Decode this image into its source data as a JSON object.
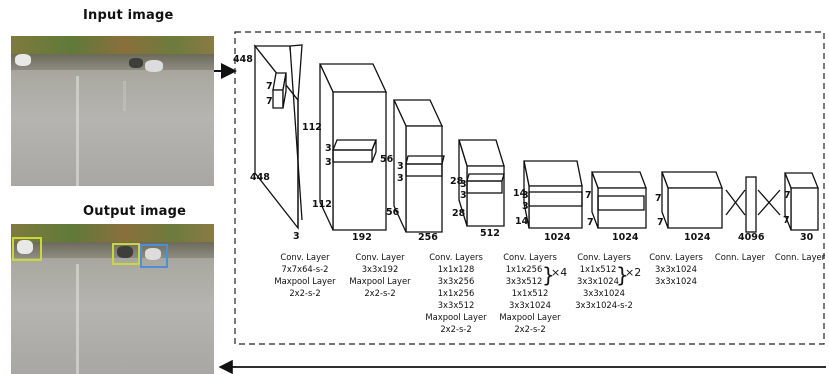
{
  "captions": {
    "input": "Input image",
    "output": "Output image"
  },
  "input_dim": "448",
  "blocks": [
    {
      "kernel": "7",
      "depth": "448",
      "width_label": "3",
      "desc": [
        "Conv. Layer",
        "7x7x64-s-2",
        "Maxpool Layer",
        "2x2-s-2"
      ]
    },
    {
      "kernel": "3",
      "depth": "112",
      "width_label": "192",
      "desc": [
        "Conv. Layer",
        "3x3x192",
        "Maxpool Layer",
        "2x2-s-2"
      ]
    },
    {
      "kernel": "3",
      "depth": "56",
      "width_label": "256",
      "desc": [
        "Conv. Layers",
        "1x1x128",
        "3x3x256",
        "1x1x256",
        "3x3x512",
        "Maxpool Layer",
        "2x2-s-2"
      ]
    },
    {
      "kernel": "3",
      "depth": "28",
      "width_label": "512",
      "desc": [
        "Conv. Layers",
        "1x1x256",
        "3x3x512",
        "1x1x512",
        "3x3x1024",
        "Maxpool Layer",
        "2x2-s-2"
      ]
    },
    {
      "kernel": "3",
      "depth": "14",
      "width_label": "1024",
      "desc": [
        "Conv. Layers",
        "1x1x512",
        "3x3x1024",
        "3x3x1024",
        "3x3x1024-s-2"
      ]
    },
    {
      "kernel": "",
      "depth": "7",
      "width_label": "1024",
      "desc": [
        "Conv. Layers",
        "3x3x1024",
        "3x3x1024"
      ]
    }
  ],
  "repeat_marks": [
    "×4",
    "×2"
  ],
  "fc": {
    "units": "4096",
    "label": "Conn. Layer"
  },
  "output": {
    "size": "7",
    "depth": "30",
    "label": "Conn. Layer"
  },
  "extra_width_label": "1024"
}
